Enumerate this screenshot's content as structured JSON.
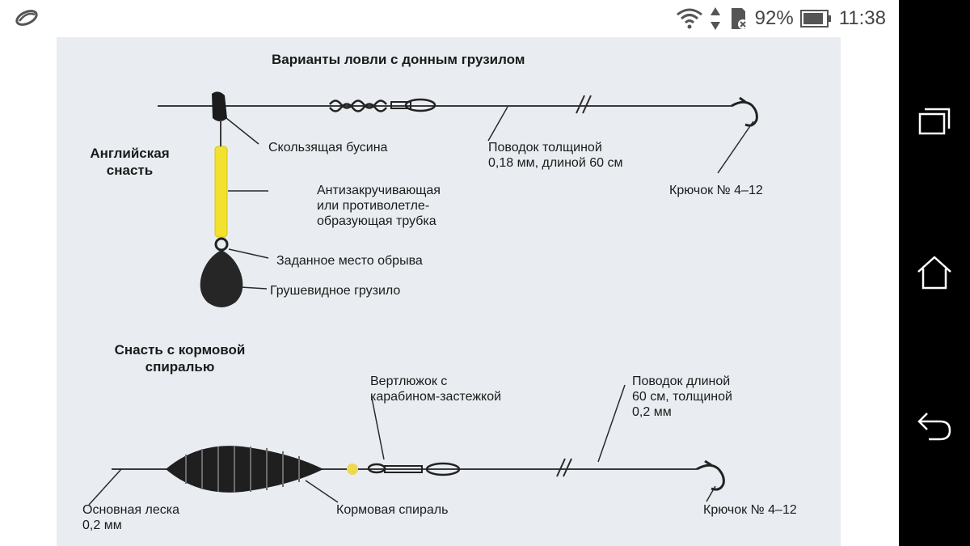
{
  "status_bar": {
    "battery": "92%",
    "time": "11:38",
    "icons": [
      "app-logo-icon",
      "wifi-icon",
      "data-transfer-icon",
      "sd-card-icon",
      "battery-icon"
    ]
  },
  "figure": {
    "title": "Варианты ловли с донным грузилом",
    "english_rig": {
      "heading": "Английская\nснасть",
      "labels": {
        "bead": "Скользящая бусина",
        "leader": "Поводок толщиной\n0,18 мм, длиной 60 см",
        "hook": "Крючок № 4–12",
        "tube": "Антизакручивающая\nили противолетле-\nобразующая трубка",
        "break_point": "Заданное место обрыва",
        "sinker": "Грушевидное грузило"
      }
    },
    "feeder_rig": {
      "heading": "Снасть с кормовой\nспиралью",
      "labels": {
        "swivel": "Вертлюжок с\nкарабином-застежкой",
        "leader": "Поводок длиной\n60 см, толщиной\n0,2 мм",
        "main_line": "Основная леска\n0,2 мм",
        "feeder": "Кормовая спираль",
        "hook": "Крючок № 4–12"
      }
    },
    "colors": {
      "tube": "#f2e12e",
      "bead": "#ecd94f",
      "line": "#3a3a3a",
      "background": "#e9edf1"
    }
  },
  "nav_bar": {
    "buttons": [
      "recents-icon",
      "home-icon",
      "back-icon"
    ]
  }
}
